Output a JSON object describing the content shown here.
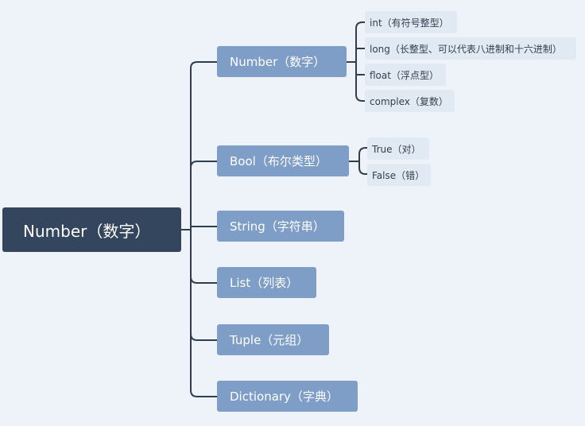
{
  "root": {
    "label": "Number（数字）"
  },
  "branches": [
    {
      "label": "Number（数字）"
    },
    {
      "label": "Bool（布尔类型）"
    },
    {
      "label": "String（字符串）"
    },
    {
      "label": "List（列表）"
    },
    {
      "label": "Tuple（元组）"
    },
    {
      "label": "Dictionary（字典）"
    }
  ],
  "number_subtypes": [
    {
      "label": "int（有符号整型）"
    },
    {
      "label": "long（长整型、可以代表八进制和十六进制）"
    },
    {
      "label": "float（浮点型）"
    },
    {
      "label": "complex（复数）"
    }
  ],
  "bool_values": [
    {
      "label": "True（对）"
    },
    {
      "label": "False（错）"
    }
  ],
  "colors": {
    "background": "#eef3fa",
    "root_fill": "#34465d",
    "branch_fill": "#7f9ec7",
    "leaf_fill": "#e1e9f3",
    "connector": "#2f3d4f"
  }
}
